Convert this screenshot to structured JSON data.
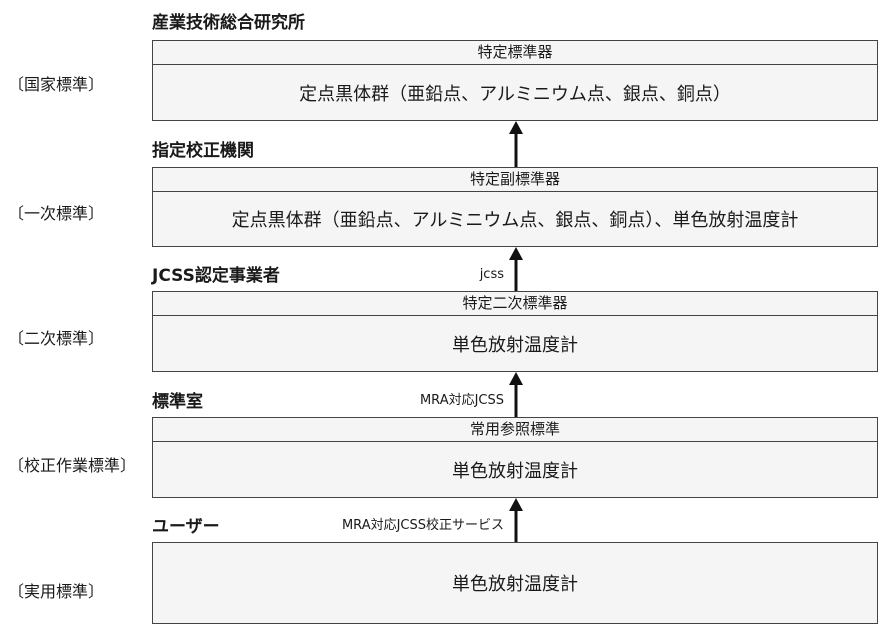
{
  "tiers": [
    {
      "org": "産業技術総合研究所",
      "level": "〔国家標準〕",
      "header": "特定標準器",
      "body": "定点黒体群（亜鉛点、アルミニウム点、銀点、銅点）",
      "arrow_label": ""
    },
    {
      "org": "指定校正機関",
      "level": "〔一次標準〕",
      "header": "特定副標準器",
      "body": "定点黒体群（亜鉛点、アルミニウム点、銀点、銅点）、単色放射温度計",
      "arrow_label": ""
    },
    {
      "org": "JCSS認定事業者",
      "level": "〔二次標準〕",
      "header": "特定二次標準器",
      "body": "単色放射温度計",
      "arrow_label": "jcss"
    },
    {
      "org": "標準室",
      "level": "〔校正作業標準〕",
      "header": "常用参照標準",
      "body": "単色放射温度計",
      "arrow_label": "MRA対応JCSS"
    },
    {
      "org": "ユーザー",
      "level": "〔実用標準〕",
      "header": "",
      "body": "単色放射温度計",
      "arrow_label": "MRA対応JCSS校正サービス"
    }
  ]
}
